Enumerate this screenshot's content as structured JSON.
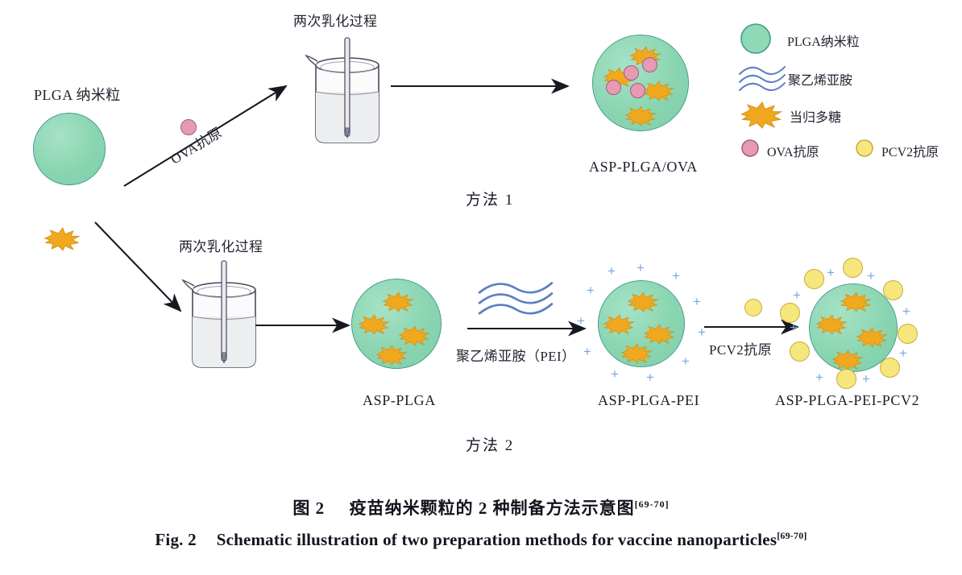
{
  "figure": {
    "title_cn_prefix": "图 2",
    "title_cn": "疫苗纳米颗粒的 2 种制备方法示意图",
    "title_cn_ref": "[69-70]",
    "title_en_prefix": "Fig. 2",
    "title_en": "Schematic illustration of two preparation methods for vaccine nanoparticles",
    "title_en_ref": "[69-70]"
  },
  "colors": {
    "nanoparticle_green": "#8fd9b6",
    "nanoparticle_border": "#3f9a8d",
    "ova_pink": "#e79ab1",
    "ova_border": "#9a5f86",
    "pcv2_yellow": "#f6e77d",
    "pcv2_border": "#c9a93c",
    "polysaccharide_orange": "#f0a91e",
    "pei_blue": "#5b7fc4",
    "charge_blue": "#7aa7e0",
    "arrow_black": "#181822",
    "text": "#232331"
  },
  "legend": {
    "items": [
      {
        "icon": "plga-nanoparticle-icon",
        "label": "PLGA纳米粒"
      },
      {
        "icon": "pei-wave-icon",
        "label": "聚乙烯亚胺"
      },
      {
        "icon": "angelica-polysaccharide-icon",
        "label": "当归多糖"
      },
      {
        "icon": "ova-antigen-icon",
        "label": "OVA抗原"
      },
      {
        "icon": "pcv2-antigen-icon",
        "label": "PCV2抗原"
      }
    ]
  },
  "method1": {
    "name": "方法 1",
    "start_label": "PLGA 纳米粒",
    "arrow_label": "OVA抗原",
    "beaker_label": "两次乳化过程",
    "product_label": "ASP-PLGA/OVA"
  },
  "method2": {
    "name": "方法 2",
    "beaker_label": "两次乳化过程",
    "product1_label": "ASP-PLGA",
    "pei_arrow_label": "聚乙烯亚胺（PEI）",
    "product2_label": "ASP-PLGA-PEI",
    "pcv2_arrow_label": "PCV2抗原",
    "product3_label": "ASP-PLGA-PEI-PCV2"
  }
}
